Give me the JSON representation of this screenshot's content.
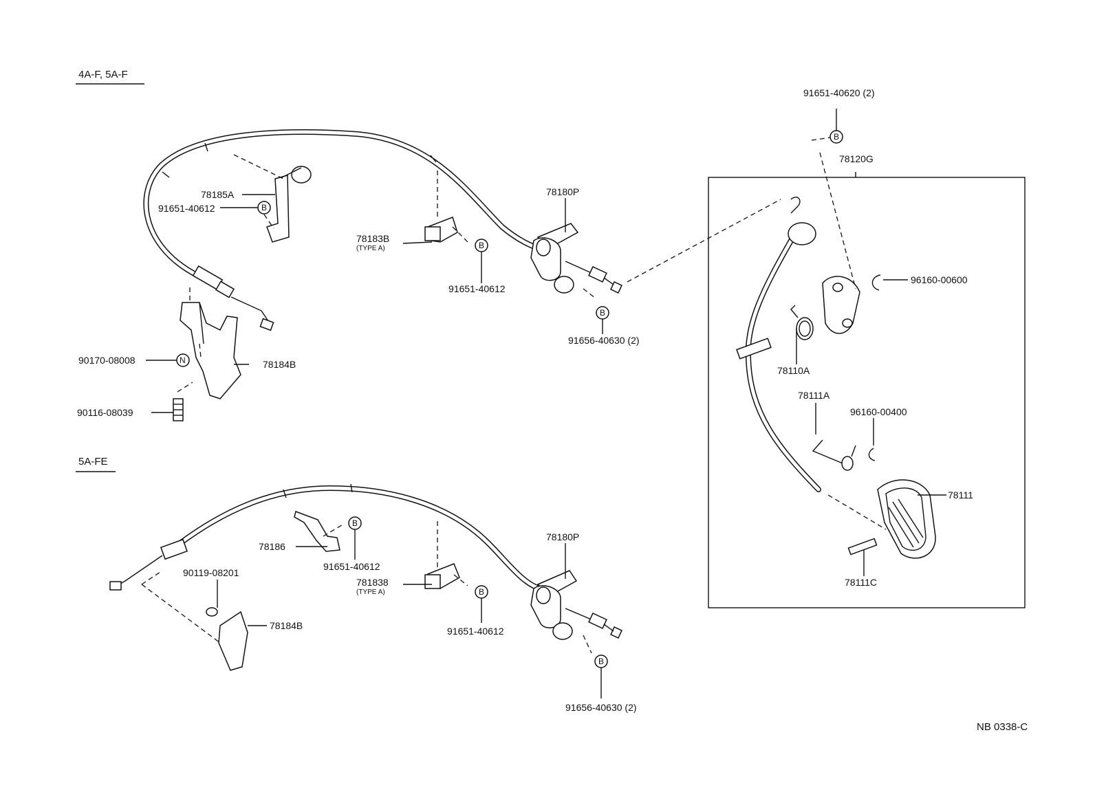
{
  "sections": {
    "upper": "4A-F, 5A-F",
    "lower": "5A-FE"
  },
  "labels": {
    "u_78185A": "78185A",
    "u_91651_40612_a": "91651-40612",
    "u_78183B": "78183B",
    "u_78183B_type": "(TYPE A)",
    "u_91651_40612_b": "91651-40612",
    "u_78180P": "78180P",
    "u_91656_40630": "91656-40630 (2)",
    "u_90170_08008": "90170-08008",
    "u_78184B": "78184B",
    "u_90116_08039": "90116-08039",
    "p_91651_40620": "91651-40620 (2)",
    "p_78120G": "78120G",
    "p_96160_00600": "96160-00600",
    "p_78110A": "78110A",
    "p_78111A": "78111A",
    "p_96160_00400": "96160-00400",
    "p_78111": "78111",
    "p_78111C": "78111C",
    "l_78186": "78186",
    "l_91651_40612_a": "91651-40612",
    "l_90119_08201": "90119-08201",
    "l_78184B": "78184B",
    "l_78183B": "781838",
    "l_78183B_type": "(TYPE A)",
    "l_91651_40612_b": "91651-40612",
    "l_78180P": "78180P",
    "l_91656_40630": "91656-40630 (2)"
  },
  "marks": {
    "bolt": "B",
    "nut": "N"
  },
  "drawing_code": "NB 0338-C"
}
